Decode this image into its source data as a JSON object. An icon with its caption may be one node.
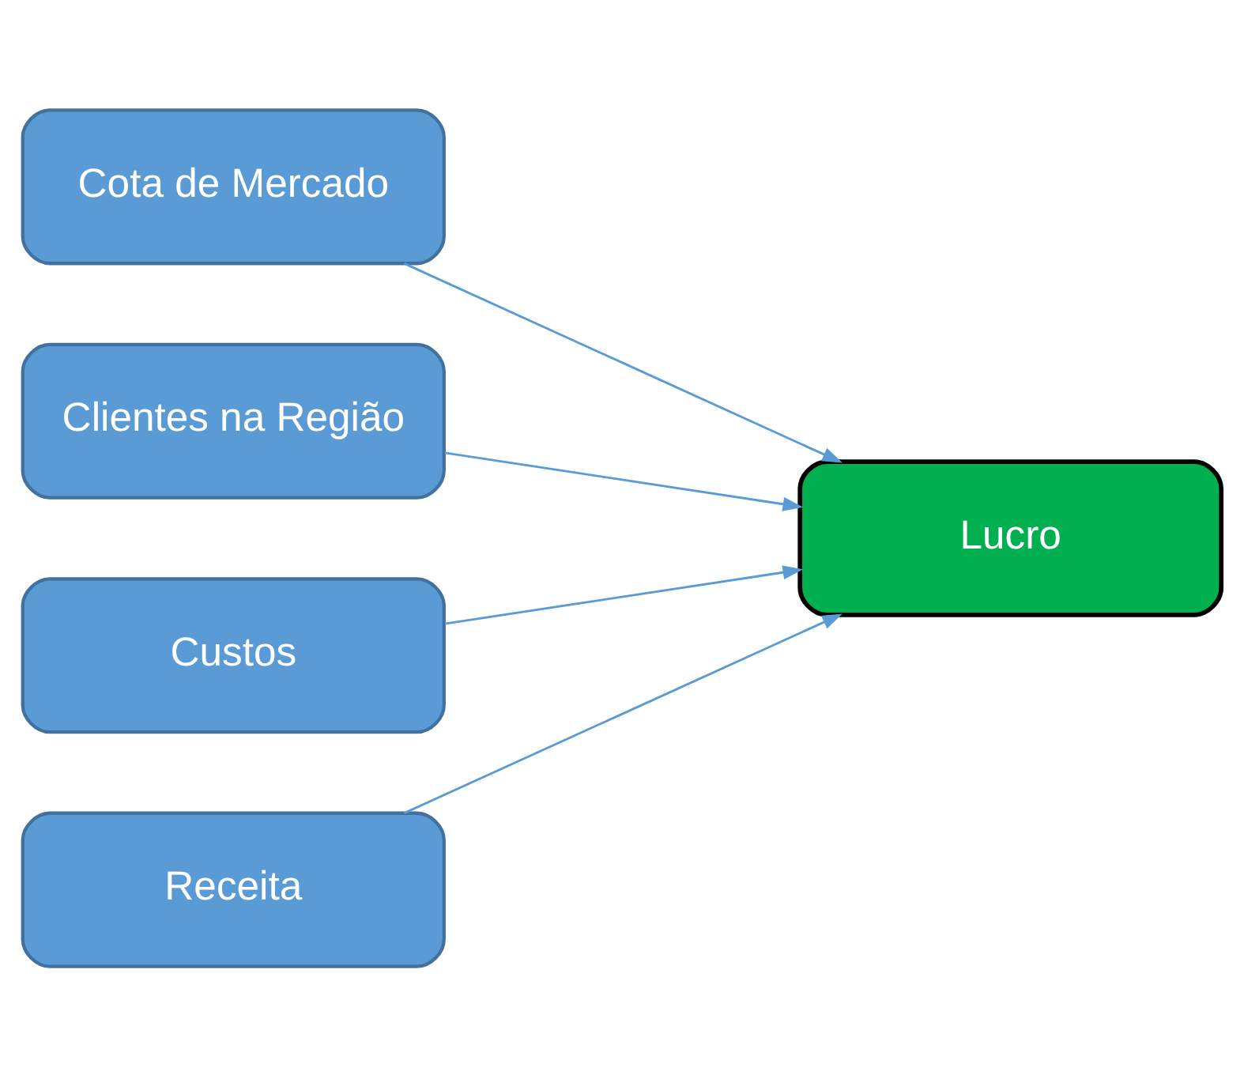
{
  "diagram": {
    "nodes": [
      {
        "text": [
          "Cota de Mercado"
        ]
      },
      {
        "text": [
          "Clientes na Região"
        ]
      },
      {
        "text": [
          "Custos"
        ]
      },
      {
        "text": [
          "Receita"
        ]
      },
      {
        "text": [
          "Lucro"
        ]
      }
    ],
    "edges": [
      {
        "from": 0,
        "to": 4,
        "arrow": "to"
      },
      {
        "from": 1,
        "to": 4,
        "arrow": "to"
      },
      {
        "from": 2,
        "to": 4,
        "arrow": "to"
      },
      {
        "from": 3,
        "to": 4,
        "arrow": "to"
      }
    ]
  }
}
